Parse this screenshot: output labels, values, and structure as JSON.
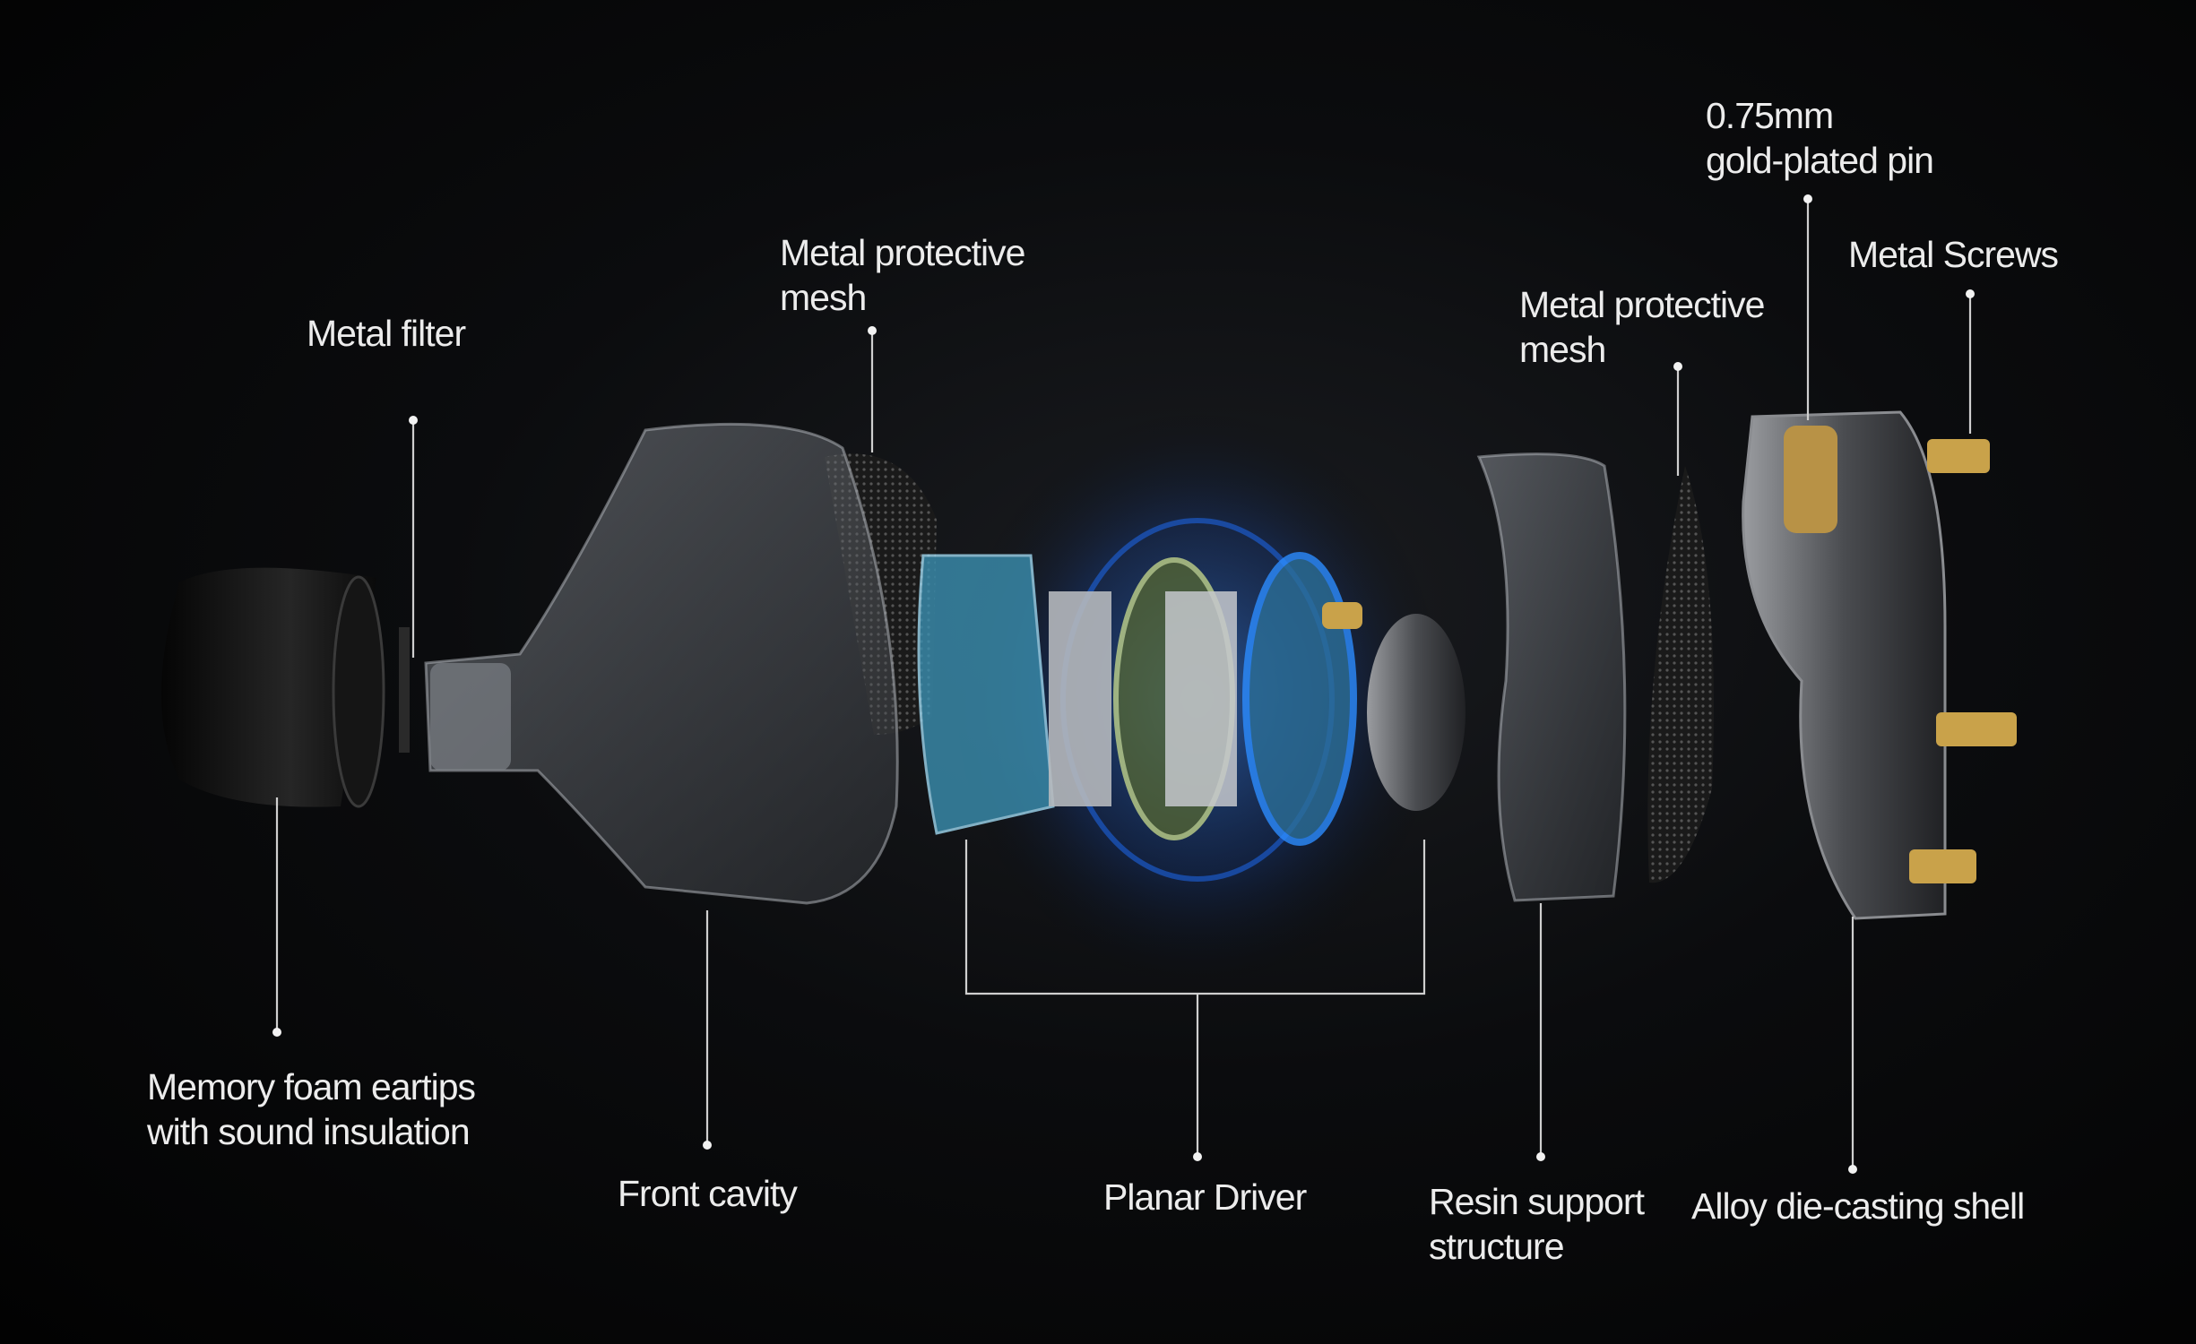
{
  "title": "Exploded view of in-ear monitor",
  "labels": {
    "metal_filter": "Metal filter",
    "mesh_left": [
      "Metal protective",
      "mesh"
    ],
    "eartips": [
      "Memory foam eartips",
      "with sound insulation"
    ],
    "front_cavity": "Front cavity",
    "planar_driver": "Planar Driver",
    "resin": [
      "Resin support",
      "structure"
    ],
    "alloy_shell": "Alloy die-casting shell",
    "mesh_right": [
      "Metal protective",
      "mesh"
    ],
    "gold_pin": [
      "0.75mm",
      "gold-plated pin"
    ],
    "metal_screws": "Metal Screws"
  },
  "colors": {
    "background": "#050505",
    "driver_glow": "#1e6fff",
    "gold": "#c9a24a",
    "text": "#ececec"
  }
}
